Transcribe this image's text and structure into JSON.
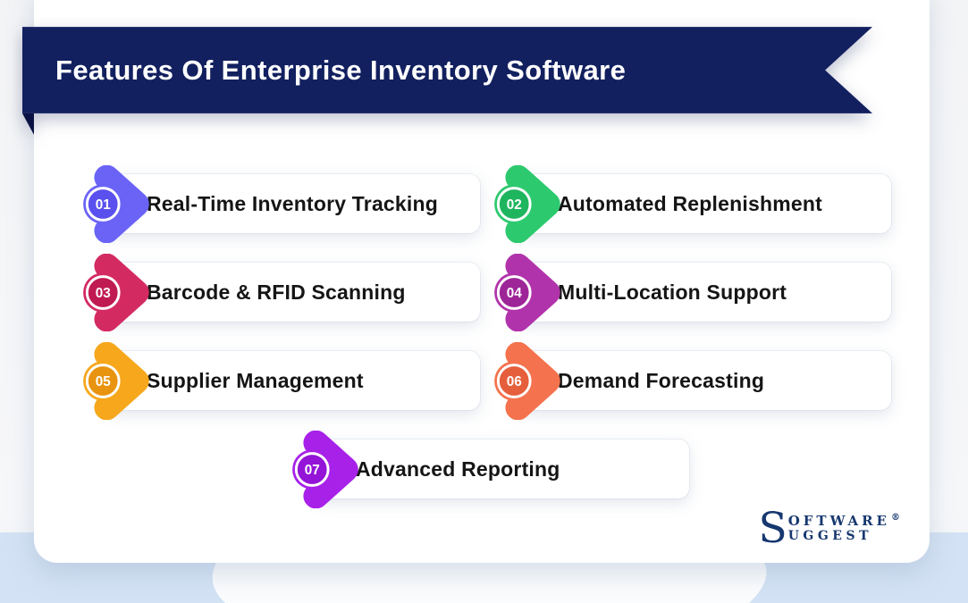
{
  "banner": {
    "title": "Features Of Enterprise Inventory Software"
  },
  "features": [
    {
      "row": "row-1",
      "number": "01",
      "label": "Real-Time Inventory Tracking",
      "color": "#6A63F6",
      "inner_color": "#5A50EE"
    },
    {
      "row": "row-1",
      "number": "02",
      "label": "Automated Replenishment",
      "color": "#2DC96E",
      "inner_color": "#1FB55E"
    },
    {
      "row": "row-2",
      "number": "03",
      "label": "Barcode & RFID Scanning",
      "color": "#D42A62",
      "inner_color": "#C01A52"
    },
    {
      "row": "row-2",
      "number": "04",
      "label": "Multi-Location Support",
      "color": "#B133AB",
      "inner_color": "#9E2598"
    },
    {
      "row": "row-3",
      "number": "05",
      "label": "Supplier Management",
      "color": "#F6A71B",
      "inner_color": "#E89410"
    },
    {
      "row": "row-3",
      "number": "06",
      "label": "Demand Forecasting",
      "color": "#F4724D",
      "inner_color": "#E55F3C"
    },
    {
      "row": "row-4",
      "number": "07",
      "label": "Advanced Reporting",
      "color": "#A721E9",
      "inner_color": "#9414D8"
    }
  ],
  "logo": {
    "big_s": "S",
    "top": "OFTWARE",
    "reg": "®",
    "bottom": "UGGEST"
  },
  "colors": {
    "banner_bg": "#12205F",
    "banner_fold": "#0A1243",
    "card_bg": "#FFFFFF",
    "page_bottom": "#D3E2F4",
    "text": "#151515"
  }
}
